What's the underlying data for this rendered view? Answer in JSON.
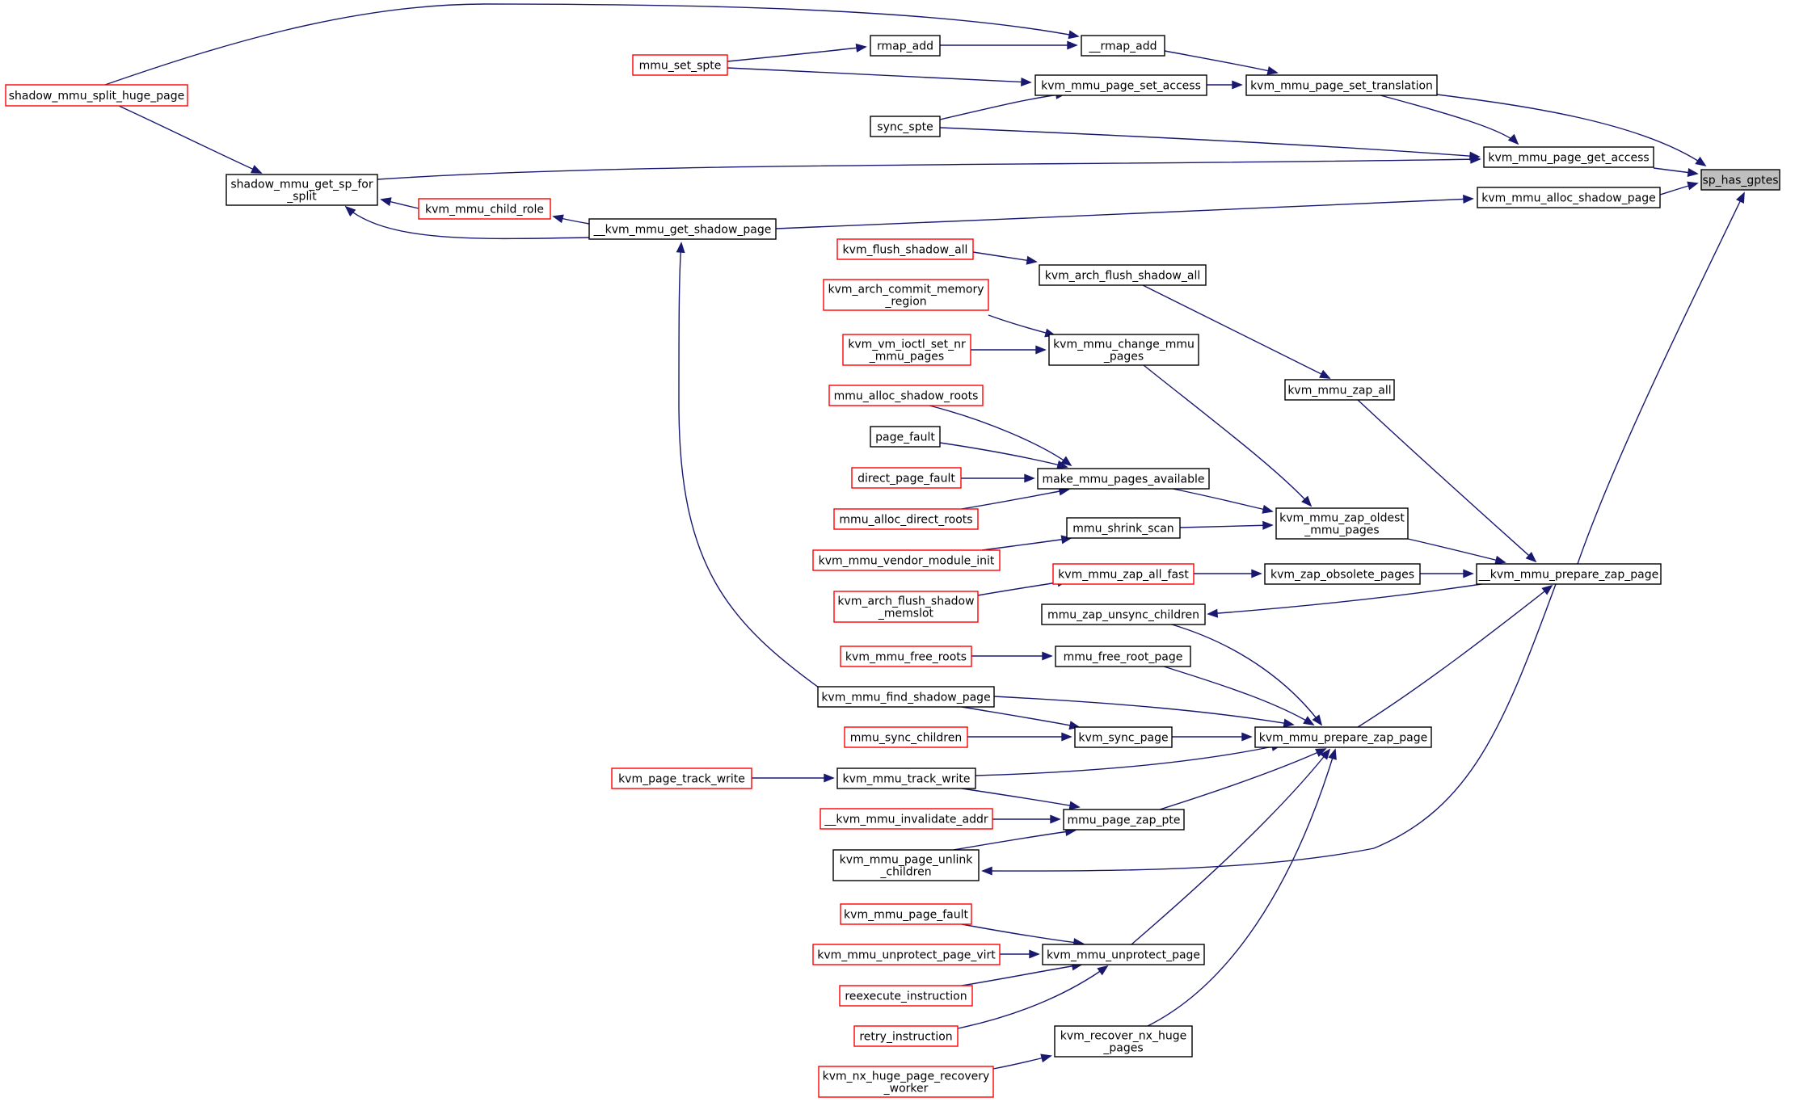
{
  "colors": {
    "edge": "#191970",
    "node_border_black": "#000000",
    "node_border_red": "#ff0000",
    "focus_fill": "#bfbfbf",
    "node_fill": "#ffffff",
    "text": "#000000"
  },
  "nodes": [
    {
      "id": "sp_has_gptes",
      "label": "sp_has_gptes",
      "style": "focus"
    },
    {
      "id": "kvm_mmu_page_get_access",
      "label": "kvm_mmu_page_get_access",
      "style": "black"
    },
    {
      "id": "kvm_mmu_alloc_shadow_page",
      "label": "kvm_mmu_alloc_shadow_page",
      "style": "black"
    },
    {
      "id": "__kvm_mmu_prepare_zap_page",
      "label": "__kvm_mmu_prepare_zap_page",
      "style": "black"
    },
    {
      "id": "kvm_mmu_page_set_translation",
      "label": "kvm_mmu_page_set_translation",
      "style": "black"
    },
    {
      "id": "__rmap_add",
      "label": "__rmap_add",
      "style": "black"
    },
    {
      "id": "kvm_mmu_page_set_access",
      "label": "kvm_mmu_page_set_access",
      "style": "black"
    },
    {
      "id": "rmap_add",
      "label": "rmap_add",
      "style": "black"
    },
    {
      "id": "mmu_set_spte",
      "label": "mmu_set_spte",
      "style": "red"
    },
    {
      "id": "shadow_mmu_split_huge_page",
      "label": "shadow_mmu_split_huge_page",
      "style": "red"
    },
    {
      "id": "sync_spte",
      "label": "sync_spte",
      "style": "black"
    },
    {
      "id": "shadow_mmu_get_sp_for_split",
      "label": "shadow_mmu_get_sp_for\n_split",
      "style": "black"
    },
    {
      "id": "kvm_mmu_child_role",
      "label": "kvm_mmu_child_role",
      "style": "red"
    },
    {
      "id": "__kvm_mmu_get_shadow_page",
      "label": "__kvm_mmu_get_shadow_page",
      "style": "black"
    },
    {
      "id": "kvm_flush_shadow_all",
      "label": "kvm_flush_shadow_all",
      "style": "red"
    },
    {
      "id": "kvm_arch_flush_shadow_all",
      "label": "kvm_arch_flush_shadow_all",
      "style": "black"
    },
    {
      "id": "kvm_arch_commit_memory_region",
      "label": "kvm_arch_commit_memory\n_region",
      "style": "red"
    },
    {
      "id": "kvm_mmu_change_mmu_pages",
      "label": "kvm_mmu_change_mmu\n_pages",
      "style": "black"
    },
    {
      "id": "kvm_vm_ioctl_set_nr_mmu_pages",
      "label": "kvm_vm_ioctl_set_nr\n_mmu_pages",
      "style": "red"
    },
    {
      "id": "kvm_mmu_zap_all",
      "label": "kvm_mmu_zap_all",
      "style": "black"
    },
    {
      "id": "mmu_alloc_shadow_roots",
      "label": "mmu_alloc_shadow_roots",
      "style": "red"
    },
    {
      "id": "page_fault",
      "label": "page_fault",
      "style": "black"
    },
    {
      "id": "direct_page_fault",
      "label": "direct_page_fault",
      "style": "red"
    },
    {
      "id": "make_mmu_pages_available",
      "label": "make_mmu_pages_available",
      "style": "black"
    },
    {
      "id": "mmu_alloc_direct_roots",
      "label": "mmu_alloc_direct_roots",
      "style": "red"
    },
    {
      "id": "kvm_mmu_zap_oldest_mmu_pages",
      "label": "kvm_mmu_zap_oldest\n_mmu_pages",
      "style": "black"
    },
    {
      "id": "mmu_shrink_scan",
      "label": "mmu_shrink_scan",
      "style": "black"
    },
    {
      "id": "kvm_mmu_vendor_module_init",
      "label": "kvm_mmu_vendor_module_init",
      "style": "red"
    },
    {
      "id": "kvm_mmu_zap_all_fast",
      "label": "kvm_mmu_zap_all_fast",
      "style": "red"
    },
    {
      "id": "kvm_zap_obsolete_pages",
      "label": "kvm_zap_obsolete_pages",
      "style": "black"
    },
    {
      "id": "kvm_arch_flush_shadow_memslot",
      "label": "kvm_arch_flush_shadow\n_memslot",
      "style": "red"
    },
    {
      "id": "mmu_zap_unsync_children",
      "label": "mmu_zap_unsync_children",
      "style": "black"
    },
    {
      "id": "kvm_mmu_free_roots",
      "label": "kvm_mmu_free_roots",
      "style": "red"
    },
    {
      "id": "mmu_free_root_page",
      "label": "mmu_free_root_page",
      "style": "black"
    },
    {
      "id": "kvm_mmu_find_shadow_page",
      "label": "kvm_mmu_find_shadow_page",
      "style": "black"
    },
    {
      "id": "mmu_sync_children",
      "label": "mmu_sync_children",
      "style": "red"
    },
    {
      "id": "kvm_sync_page",
      "label": "kvm_sync_page",
      "style": "black"
    },
    {
      "id": "kvm_mmu_prepare_zap_page",
      "label": "kvm_mmu_prepare_zap_page",
      "style": "black"
    },
    {
      "id": "kvm_page_track_write",
      "label": "kvm_page_track_write",
      "style": "red"
    },
    {
      "id": "kvm_mmu_track_write",
      "label": "kvm_mmu_track_write",
      "style": "black"
    },
    {
      "id": "__kvm_mmu_invalidate_addr",
      "label": "__kvm_mmu_invalidate_addr",
      "style": "red"
    },
    {
      "id": "mmu_page_zap_pte",
      "label": "mmu_page_zap_pte",
      "style": "black"
    },
    {
      "id": "kvm_mmu_page_unlink_children",
      "label": "kvm_mmu_page_unlink\n_children",
      "style": "black"
    },
    {
      "id": "kvm_mmu_page_fault",
      "label": "kvm_mmu_page_fault",
      "style": "red"
    },
    {
      "id": "kvm_mmu_unprotect_page_virt",
      "label": "kvm_mmu_unprotect_page_virt",
      "style": "red"
    },
    {
      "id": "kvm_mmu_unprotect_page",
      "label": "kvm_mmu_unprotect_page",
      "style": "black"
    },
    {
      "id": "reexecute_instruction",
      "label": "reexecute_instruction",
      "style": "red"
    },
    {
      "id": "retry_instruction",
      "label": "retry_instruction",
      "style": "red"
    },
    {
      "id": "kvm_recover_nx_huge_pages",
      "label": "kvm_recover_nx_huge\n_pages",
      "style": "black"
    },
    {
      "id": "kvm_nx_huge_page_recovery_worker",
      "label": "kvm_nx_huge_page_recovery\n_worker",
      "style": "red"
    }
  ],
  "edges": [
    {
      "from": "kvm_mmu_page_set_translation",
      "to": "sp_has_gptes"
    },
    {
      "from": "kvm_mmu_page_get_access",
      "to": "sp_has_gptes"
    },
    {
      "from": "kvm_mmu_alloc_shadow_page",
      "to": "sp_has_gptes"
    },
    {
      "from": "__kvm_mmu_prepare_zap_page",
      "to": "sp_has_gptes"
    },
    {
      "from": "__rmap_add",
      "to": "kvm_mmu_page_set_translation"
    },
    {
      "from": "kvm_mmu_page_set_access",
      "to": "kvm_mmu_page_set_translation"
    },
    {
      "from": "rmap_add",
      "to": "__rmap_add"
    },
    {
      "from": "shadow_mmu_split_huge_page",
      "to": "__rmap_add"
    },
    {
      "from": "mmu_set_spte",
      "to": "rmap_add"
    },
    {
      "from": "mmu_set_spte",
      "to": "kvm_mmu_page_set_access"
    },
    {
      "from": "sync_spte",
      "to": "kvm_mmu_page_set_access"
    },
    {
      "from": "kvm_mmu_page_set_translation",
      "to": "kvm_mmu_page_get_access"
    },
    {
      "from": "sync_spte",
      "to": "kvm_mmu_page_get_access"
    },
    {
      "from": "shadow_mmu_get_sp_for_split",
      "to": "kvm_mmu_page_get_access"
    },
    {
      "from": "shadow_mmu_split_huge_page",
      "to": "shadow_mmu_get_sp_for_split"
    },
    {
      "from": "__kvm_mmu_get_shadow_page",
      "to": "kvm_mmu_child_role"
    },
    {
      "from": "kvm_mmu_child_role",
      "to": "shadow_mmu_get_sp_for_split"
    },
    {
      "from": "__kvm_mmu_get_shadow_page",
      "to": "shadow_mmu_get_sp_for_split"
    },
    {
      "from": "__kvm_mmu_get_shadow_page",
      "to": "kvm_mmu_alloc_shadow_page"
    },
    {
      "from": "kvm_mmu_find_shadow_page",
      "to": "__kvm_mmu_get_shadow_page"
    },
    {
      "from": "kvm_flush_shadow_all",
      "to": "kvm_arch_flush_shadow_all"
    },
    {
      "from": "kvm_arch_flush_shadow_all",
      "to": "kvm_mmu_zap_all"
    },
    {
      "from": "kvm_arch_commit_memory_region",
      "to": "kvm_mmu_change_mmu_pages"
    },
    {
      "from": "kvm_vm_ioctl_set_nr_mmu_pages",
      "to": "kvm_mmu_change_mmu_pages"
    },
    {
      "from": "kvm_mmu_change_mmu_pages",
      "to": "kvm_mmu_zap_oldest_mmu_pages"
    },
    {
      "from": "kvm_mmu_zap_all",
      "to": "__kvm_mmu_prepare_zap_page"
    },
    {
      "from": "mmu_alloc_shadow_roots",
      "to": "make_mmu_pages_available"
    },
    {
      "from": "page_fault",
      "to": "make_mmu_pages_available"
    },
    {
      "from": "direct_page_fault",
      "to": "make_mmu_pages_available"
    },
    {
      "from": "mmu_alloc_direct_roots",
      "to": "make_mmu_pages_available"
    },
    {
      "from": "make_mmu_pages_available",
      "to": "kvm_mmu_zap_oldest_mmu_pages"
    },
    {
      "from": "mmu_shrink_scan",
      "to": "kvm_mmu_zap_oldest_mmu_pages"
    },
    {
      "from": "kvm_mmu_vendor_module_init",
      "to": "mmu_shrink_scan"
    },
    {
      "from": "kvm_mmu_zap_oldest_mmu_pages",
      "to": "__kvm_mmu_prepare_zap_page"
    },
    {
      "from": "kvm_arch_flush_shadow_memslot",
      "to": "kvm_mmu_zap_all_fast"
    },
    {
      "from": "kvm_mmu_zap_all_fast",
      "to": "kvm_zap_obsolete_pages"
    },
    {
      "from": "kvm_zap_obsolete_pages",
      "to": "__kvm_mmu_prepare_zap_page"
    },
    {
      "from": "__kvm_mmu_prepare_zap_page",
      "to": "mmu_zap_unsync_children"
    },
    {
      "from": "mmu_zap_unsync_children",
      "to": "kvm_mmu_prepare_zap_page"
    },
    {
      "from": "kvm_mmu_free_roots",
      "to": "mmu_free_root_page"
    },
    {
      "from": "mmu_free_root_page",
      "to": "kvm_mmu_prepare_zap_page"
    },
    {
      "from": "kvm_mmu_find_shadow_page",
      "to": "kvm_mmu_prepare_zap_page"
    },
    {
      "from": "kvm_mmu_find_shadow_page",
      "to": "kvm_sync_page"
    },
    {
      "from": "mmu_sync_children",
      "to": "kvm_sync_page"
    },
    {
      "from": "kvm_sync_page",
      "to": "kvm_mmu_prepare_zap_page"
    },
    {
      "from": "kvm_mmu_prepare_zap_page",
      "to": "__kvm_mmu_prepare_zap_page"
    },
    {
      "from": "kvm_page_track_write",
      "to": "kvm_mmu_track_write"
    },
    {
      "from": "kvm_mmu_track_write",
      "to": "kvm_mmu_prepare_zap_page"
    },
    {
      "from": "kvm_mmu_track_write",
      "to": "mmu_page_zap_pte"
    },
    {
      "from": "__kvm_mmu_invalidate_addr",
      "to": "mmu_page_zap_pte"
    },
    {
      "from": "kvm_mmu_page_unlink_children",
      "to": "mmu_page_zap_pte"
    },
    {
      "from": "mmu_page_zap_pte",
      "to": "kvm_mmu_prepare_zap_page"
    },
    {
      "from": "__kvm_mmu_prepare_zap_page",
      "to": "kvm_mmu_page_unlink_children"
    },
    {
      "from": "kvm_mmu_page_fault",
      "to": "kvm_mmu_unprotect_page"
    },
    {
      "from": "kvm_mmu_unprotect_page_virt",
      "to": "kvm_mmu_unprotect_page"
    },
    {
      "from": "reexecute_instruction",
      "to": "kvm_mmu_unprotect_page"
    },
    {
      "from": "retry_instruction",
      "to": "kvm_mmu_unprotect_page"
    },
    {
      "from": "kvm_mmu_unprotect_page",
      "to": "kvm_mmu_prepare_zap_page"
    },
    {
      "from": "kvm_recover_nx_huge_pages",
      "to": "kvm_mmu_prepare_zap_page"
    },
    {
      "from": "kvm_nx_huge_page_recovery_worker",
      "to": "kvm_recover_nx_huge_pages"
    }
  ]
}
